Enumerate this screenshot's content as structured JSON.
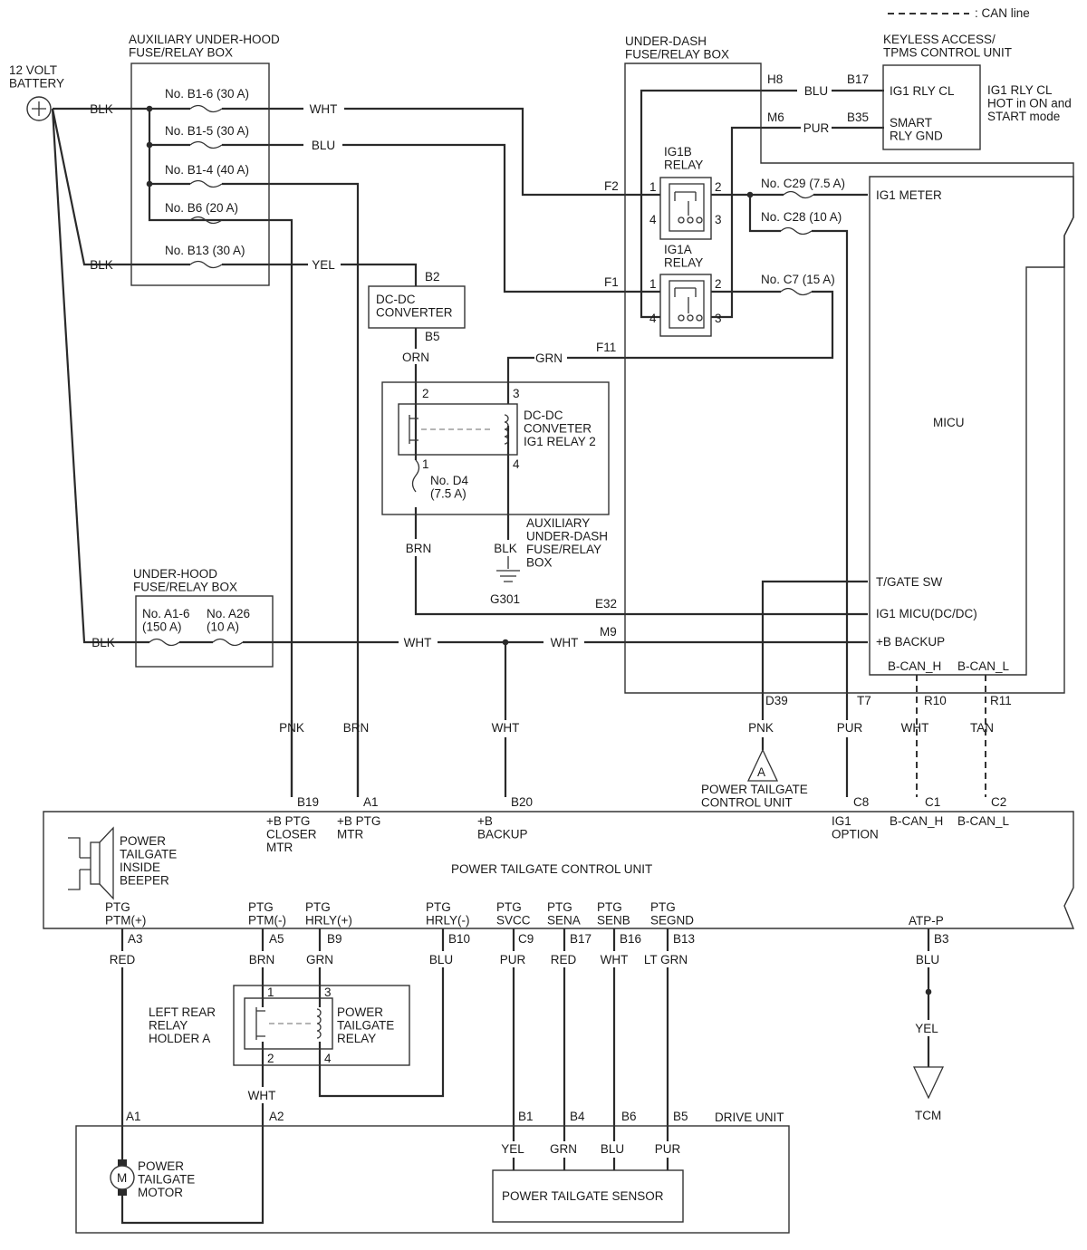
{
  "legend": {
    "can_line": ": CAN line"
  },
  "battery": {
    "label": "12 VOLT\nBATTERY"
  },
  "aux_underhood_box": {
    "title": "AUXILIARY UNDER-HOOD\nFUSE/RELAY BOX",
    "fuses": [
      "No. B1-6 (30 A)",
      "No. B1-5 (30 A)",
      "No. B1-4 (40 A)",
      "No. B6 (20 A)",
      "No. B13 (30 A)"
    ]
  },
  "underdash_box": {
    "title": "UNDER-DASH\nFUSE/RELAY BOX"
  },
  "keyless_unit": {
    "title": "KEYLESS ACCESS/\nTPMS CONTROL UNIT",
    "pins": [
      "IG1 RLY CL",
      "SMART\nRLY GND"
    ],
    "note": "IG1 RLY CL\nHOT in ON and\nSTART mode"
  },
  "relays": {
    "ig1b": "IG1B\nRELAY",
    "ig1a": "IG1A\nRELAY"
  },
  "underdash_fuses": [
    "No. C29 (7.5 A)",
    "No. C28 (10 A)",
    "No. C7 (15 A)"
  ],
  "dcdc_converter": "DC-DC\nCONVERTER",
  "dcdc_relay": "DC-DC\nCONVETER\nIG1 RELAY 2",
  "fuse_d4": "No. D4\n(7.5 A)",
  "aux_underdash_box": "AUXILIARY\nUNDER-DASH\nFUSE/RELAY\nBOX",
  "ground": "G301",
  "underhood_box": {
    "title": "UNDER-HOOD\nFUSE/RELAY BOX",
    "fuses": [
      "No. A1-6\n(150 A)",
      "No. A26\n(10 A)"
    ]
  },
  "micu": {
    "title": "MICU",
    "pins": [
      "IG1 METER",
      "T/GATE SW",
      "IG1 MICU(DC/DC)",
      "+B BACKUP",
      "B-CAN_H",
      "B-CAN_L"
    ]
  },
  "wire_colors": [
    "BLK",
    "WHT",
    "BLU",
    "BLK",
    "YEL",
    "BLU",
    "PUR",
    "ORN",
    "GRN",
    "BRN",
    "BLK",
    "BLK",
    "WHT",
    "WHT",
    "PNK",
    "BRN",
    "WHT",
    "PNK",
    "PUR",
    "WHT",
    "TAN",
    "RED",
    "BRN",
    "GRN",
    "BLU",
    "PUR",
    "RED",
    "WHT",
    "LT GRN",
    "BLU",
    "YEL",
    "WHT",
    "YEL",
    "GRN",
    "BLU",
    "PUR"
  ],
  "connectors": [
    "H8",
    "B17",
    "M6",
    "B35",
    "F2",
    "F1",
    "B2",
    "B5",
    "F11",
    "E32",
    "M9",
    "D39",
    "T7",
    "R10",
    "R11",
    "B19",
    "A1",
    "B20",
    "C8",
    "C1",
    "C2",
    "A3",
    "A5",
    "B9",
    "B10",
    "C9",
    "B17",
    "B16",
    "B13",
    "B3",
    "A1",
    "A2",
    "B1",
    "B4",
    "B6",
    "B5"
  ],
  "relay_pins": [
    "1",
    "2",
    "4",
    "3",
    "1",
    "2",
    "4",
    "3",
    "2",
    "3",
    "1",
    "4",
    "1",
    "3",
    "2",
    "4"
  ],
  "ptg_unit": {
    "title": "POWER TAILGATE CONTROL UNIT",
    "beeper": "POWER\nTAILGATE\nINSIDE\nBEEPER",
    "pins_top": [
      "+B PTG\nCLOSER\nMTR",
      "+B PTG\nMTR",
      "+B\nBACKUP",
      "IG1\nOPTION",
      "B-CAN_H",
      "B-CAN_L"
    ],
    "pins_bottom": [
      "PTG\nPTM(+)",
      "PTG\nPTM(-)",
      "PTG\nHRLY(+)",
      "PTG\nHRLY(-)",
      "PTG\nSVCC",
      "PTG\nSENA",
      "PTG\nSENB",
      "PTG\nSEGND",
      "ATP-P"
    ]
  },
  "ptg_ref": {
    "letter": "A",
    "label": "POWER TAILGATE\nCONTROL UNIT"
  },
  "relay_holder": "LEFT REAR\nRELAY\nHOLDER A",
  "ptg_relay": "POWER\nTAILGATE\nRELAY",
  "drive_unit": "DRIVE UNIT",
  "motor": {
    "symbol": "M",
    "label": "POWER\nTAILGATE\nMOTOR"
  },
  "sensor": "POWER TAILGATE SENSOR",
  "tcm": "TCM"
}
